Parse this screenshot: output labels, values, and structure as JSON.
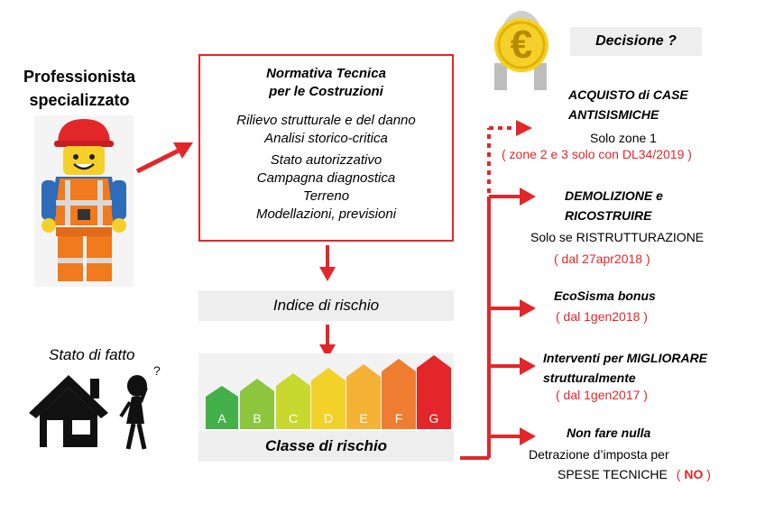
{
  "professional": {
    "line1": "Professionista",
    "line2": "specializzato"
  },
  "normativa": {
    "title1": "Normativa Tecnica",
    "title2": "per le Costruzioni",
    "items": [
      "Rilievo strutturale e del danno",
      "Analisi storico-critica",
      "Stato autorizzativo",
      "Campagna diagnostica",
      "Terreno",
      "Modellazioni, previsioni"
    ]
  },
  "indice_label": "Indice di rischio",
  "classe_label": "Classe di rischio",
  "stato_label": "Stato di fatto",
  "energy_classes": [
    "A",
    "B",
    "C",
    "D",
    "E",
    "F",
    "G"
  ],
  "decision": {
    "label": "Decisione ?",
    "euro_symbol": "€"
  },
  "options": [
    {
      "title": "ACQUISTO di CASE ANTISISMICHE",
      "title_l1": "ACQUISTO di CASE",
      "title_l2": "ANTISISMICHE",
      "sub": "Solo zone 1",
      "note": "( zone 2 e 3 solo con DL34/2019 )"
    },
    {
      "title_l1": "DEMOLIZIONE  e",
      "title_l2": "RICOSTRUIRE",
      "sub": "Solo se RISTRUTTURAZIONE",
      "note": "( dal 27apr2018 )"
    },
    {
      "title_l1": "EcoSisma bonus",
      "note": "( dal 1gen2018 )"
    },
    {
      "title_l1": "Interventi per MIGLIORARE",
      "title_l2": "strutturalmente",
      "note": "( dal 1gen2017 )"
    },
    {
      "title_l1": "Non fare nulla",
      "sub": "Detrazione d’imposta per",
      "sub2": "SPESE TECNICHE",
      "note_open": "(",
      "note_no": "NO",
      "note_close": ")"
    }
  ],
  "colors": {
    "accent_red": "#e3262a",
    "class_A": "#43b04a",
    "class_B": "#8cc63f",
    "class_C": "#c8d82e",
    "class_D": "#f2d22a",
    "class_E": "#f5b335",
    "class_F": "#ee7d31",
    "class_G": "#e3262a"
  }
}
